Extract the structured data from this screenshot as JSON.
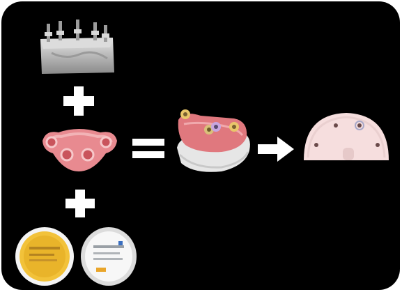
{
  "figure": {
    "background": "#000000",
    "frame": "#ffffff",
    "symbol_color": "#ffffff",
    "items": {
      "implant_model": "metal-implant-model-photo",
      "denture_base": "pink-denture-base-photo",
      "impression_materials": "impression-material-containers-photo",
      "combined_assembly": "combined-assembly-photo",
      "final_device": "final-device-photo"
    },
    "operators": [
      "plus",
      "plus",
      "equals",
      "arrow-right"
    ]
  }
}
